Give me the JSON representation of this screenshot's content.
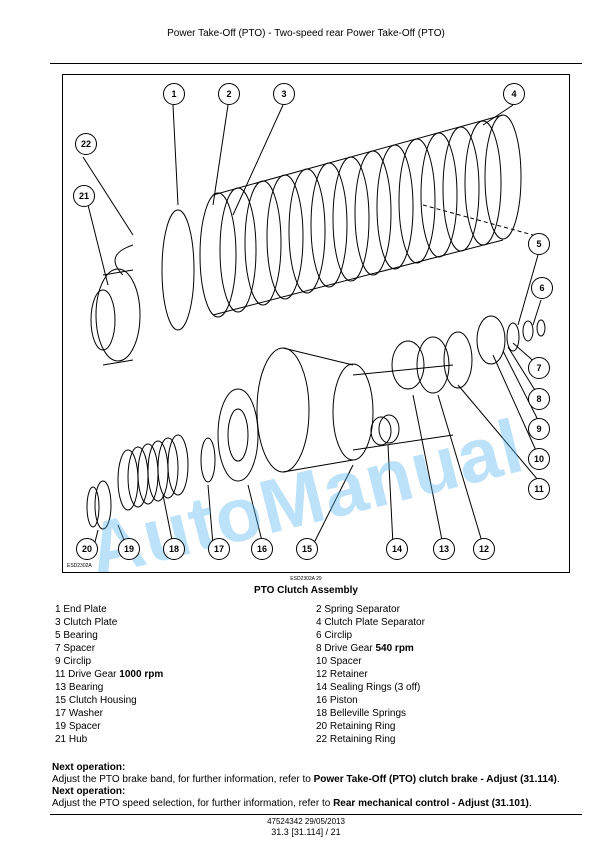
{
  "header": {
    "title": "Power Take-Off (PTO) - Two-speed rear Power Take-Off (PTO)"
  },
  "figure": {
    "id": "ESD2302A",
    "watermark": "AutoManual",
    "callouts": [
      "1",
      "2",
      "3",
      "4",
      "5",
      "6",
      "7",
      "8",
      "9",
      "10",
      "11",
      "12",
      "13",
      "14",
      "15",
      "16",
      "17",
      "18",
      "19",
      "20",
      "21",
      "22"
    ],
    "small_caption": "ESD2302A    29",
    "caption": "PTO Clutch Assembly"
  },
  "legend": {
    "left": [
      {
        "num": "1",
        "text": "End Plate",
        "bold": ""
      },
      {
        "num": "3",
        "text": "Clutch Plate",
        "bold": ""
      },
      {
        "num": "5",
        "text": "Bearing",
        "bold": ""
      },
      {
        "num": "7",
        "text": "Spacer",
        "bold": ""
      },
      {
        "num": "9",
        "text": "Circlip",
        "bold": ""
      },
      {
        "num": "11",
        "text": "Drive Gear",
        "bold": "1000 rpm"
      },
      {
        "num": "13",
        "text": "Bearing",
        "bold": ""
      },
      {
        "num": "15",
        "text": "Clutch Housing",
        "bold": ""
      },
      {
        "num": "17",
        "text": "Washer",
        "bold": ""
      },
      {
        "num": "19",
        "text": "Spacer",
        "bold": ""
      },
      {
        "num": "21",
        "text": "Hub",
        "bold": ""
      }
    ],
    "right": [
      {
        "num": "2",
        "text": "Spring Separator",
        "bold": ""
      },
      {
        "num": "4",
        "text": "Clutch Plate Separator",
        "bold": ""
      },
      {
        "num": "6",
        "text": "Circlip",
        "bold": ""
      },
      {
        "num": "8",
        "text": "Drive Gear",
        "bold": "540 rpm"
      },
      {
        "num": "10",
        "text": "Spacer",
        "bold": ""
      },
      {
        "num": "12",
        "text": "Retainer",
        "bold": ""
      },
      {
        "num": "14",
        "text": "Sealing Rings (3 off)",
        "bold": ""
      },
      {
        "num": "16",
        "text": "Piston",
        "bold": ""
      },
      {
        "num": "18",
        "text": "Belleville Springs",
        "bold": ""
      },
      {
        "num": "20",
        "text": "Retaining Ring",
        "bold": ""
      },
      {
        "num": "22",
        "text": "Retaining Ring",
        "bold": ""
      }
    ]
  },
  "operations": [
    {
      "heading": "Next operation:",
      "text": "Adjust the PTO brake band, for further information, refer to ",
      "ref": "Power Take-Off (PTO) clutch brake - Adjust (31.114)",
      "end": "."
    },
    {
      "heading": "Next operation:",
      "text": "Adjust the PTO speed selection, for further information, refer to ",
      "ref": "Rear mechanical control - Adjust (31.101)",
      "end": "."
    }
  ],
  "footer": {
    "doc": "47524342 29/05/2013",
    "page": "31.3 [31.114] / 21"
  }
}
